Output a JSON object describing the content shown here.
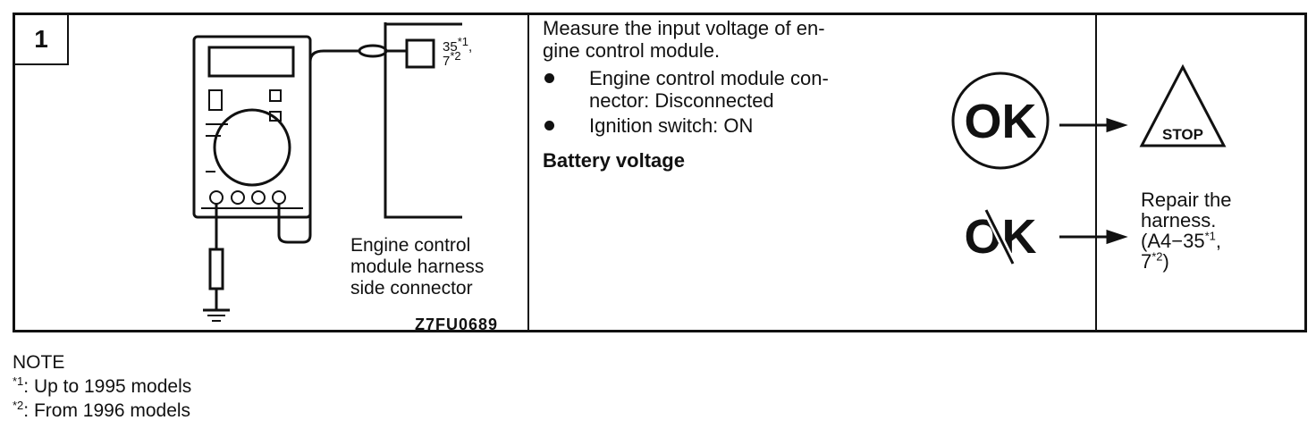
{
  "step": {
    "number": "1"
  },
  "diagram": {
    "connector_label": {
      "line1_main": "35",
      "line1_sup": "*1",
      "line1_tail": ",",
      "line2_main": "7",
      "line2_sup": "*2"
    },
    "side_label_lines": [
      "Engine control",
      "module harness",
      "side connector"
    ],
    "figure_code": "Z7FU0689",
    "icons": [
      "multimeter-icon",
      "ground-icon",
      "harness-connector-icon"
    ]
  },
  "instructions": {
    "title": "Measure the input voltage of en-gine control module.",
    "title_line1": "Measure the input voltage of en-",
    "title_line2": "gine control module.",
    "conditions": [
      {
        "line1": "Engine control module con-",
        "line2": "nector: Disconnected"
      },
      {
        "line1": "Ignition switch: ON",
        "line2": ""
      }
    ],
    "spec": "Battery voltage"
  },
  "result": {
    "ok_icon": "ok-circle-icon",
    "ok_text": "OK",
    "ng_icon": "ng-crossed-ok-icon",
    "ng_text": "OK",
    "ok_action_icon": "stop-triangle-icon",
    "ok_action_text": "STOP",
    "repair_lines": {
      "l1": "Repair the",
      "l2": "harness.",
      "l3_main": "(A4−35",
      "l3_sup": "*1",
      "l3_tail": ",",
      "l4_main": "7",
      "l4_sup": "*2",
      "l4_tail": ")"
    }
  },
  "notes": {
    "heading": "NOTE",
    "items": [
      {
        "sup": "*1",
        "text": ": Up to 1995 models"
      },
      {
        "sup": "*2",
        "text": ": From 1996 models"
      }
    ]
  },
  "colors": {
    "ink": "#111111",
    "paper": "#ffffff"
  }
}
